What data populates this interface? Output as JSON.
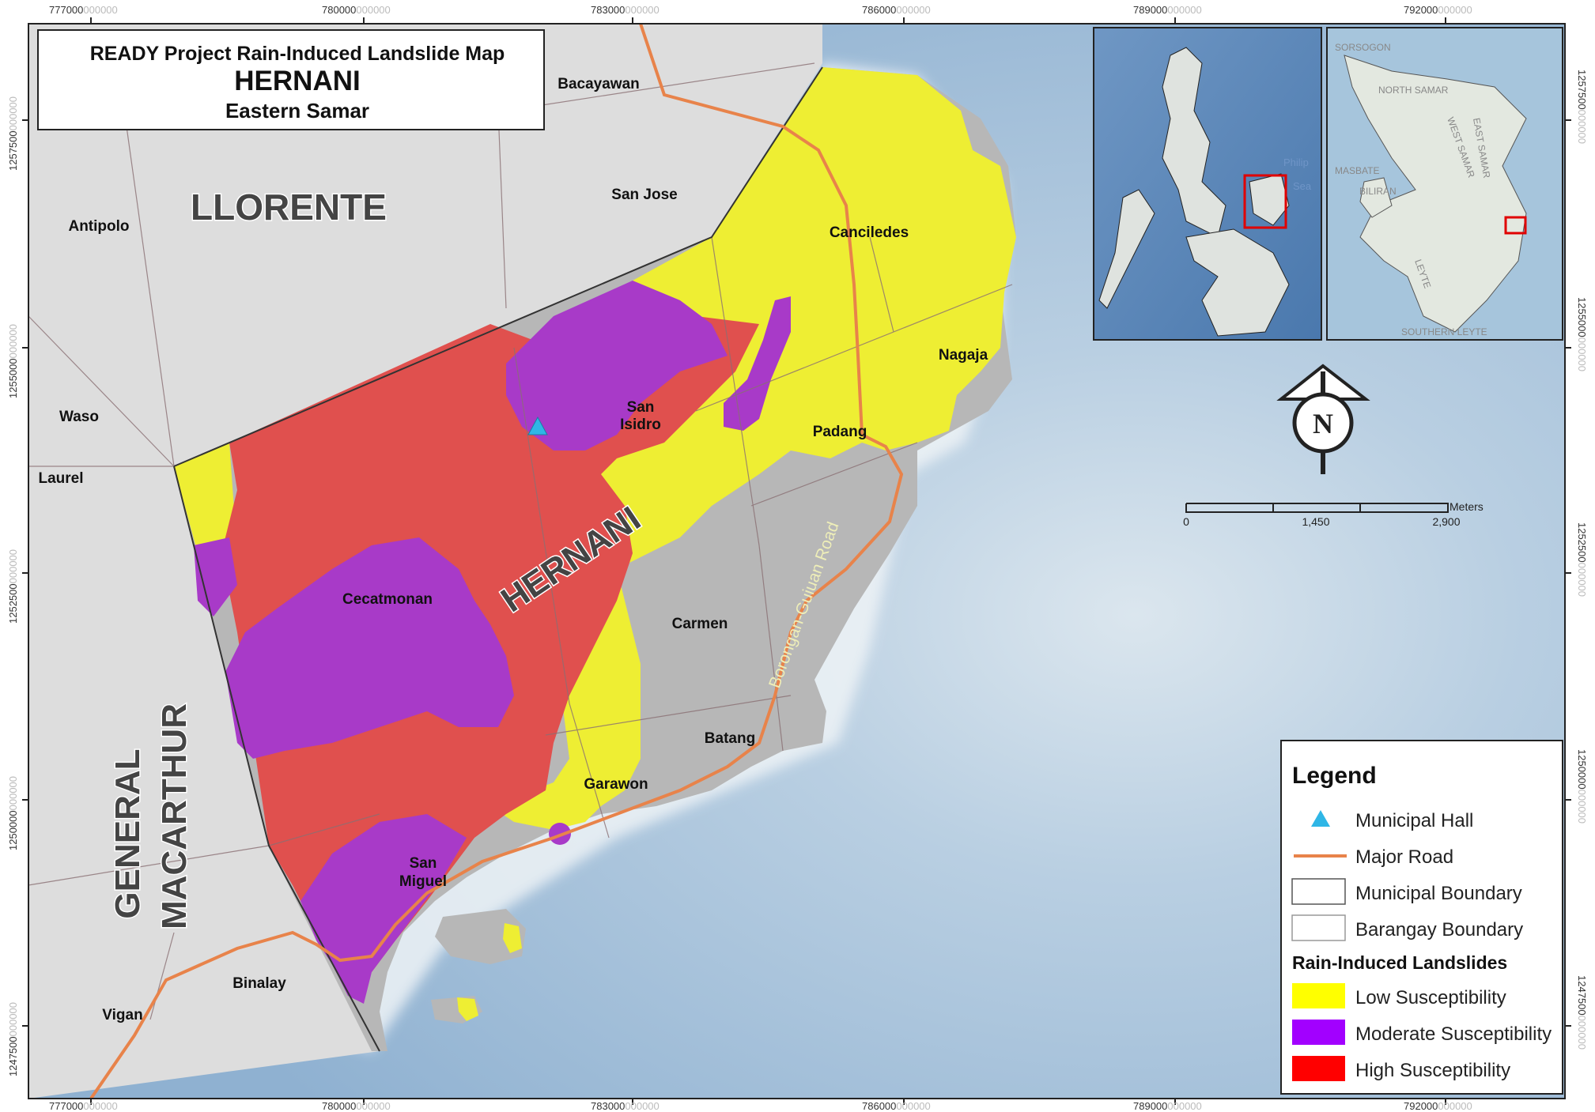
{
  "title": {
    "line1": "READY Project Rain-Induced Landslide Map",
    "line2": "HERNANI",
    "line3": "Eastern Samar"
  },
  "coords": {
    "top_x": [
      {
        "main": "777000",
        "faint": "000000"
      },
      {
        "main": "780000",
        "faint": "000000"
      },
      {
        "main": "783000",
        "faint": "000000"
      },
      {
        "main": "786000",
        "faint": "000000"
      },
      {
        "main": "789000",
        "faint": "000000"
      },
      {
        "main": "792000",
        "faint": "000000"
      }
    ],
    "bottom_x": [
      {
        "main": "777000",
        "faint": "000000"
      },
      {
        "main": "780000",
        "faint": "000000"
      },
      {
        "main": "783000",
        "faint": "000000"
      },
      {
        "main": "786000",
        "faint": "000000"
      },
      {
        "main": "789000",
        "faint": "000000"
      },
      {
        "main": "792000",
        "faint": "000000"
      }
    ],
    "left_y": [
      {
        "main": "1257500",
        "faint": "000000"
      },
      {
        "main": "1255000",
        "faint": "000000"
      },
      {
        "main": "1252500",
        "faint": "000000"
      },
      {
        "main": "1250000",
        "faint": "000000"
      },
      {
        "main": "1247500",
        "faint": "000000"
      }
    ],
    "right_y": [
      {
        "main": "1257500",
        "faint": "000000"
      },
      {
        "main": "1255000",
        "faint": "000000"
      },
      {
        "main": "1252500",
        "faint": "000000"
      },
      {
        "main": "1250000",
        "faint": "000000"
      },
      {
        "main": "1247500",
        "faint": "000000"
      }
    ]
  },
  "municipalities": {
    "llorente": "LLORENTE",
    "hernani": "HERNANI",
    "general": "GENERAL",
    "macarthur": "MACARTHUR"
  },
  "barangays": {
    "bacayawan": "Bacayawan",
    "san_jose": "San Jose",
    "antipolo": "Antipolo",
    "canciledes": "Canciledes",
    "nagaja": "Nagaja",
    "waso": "Waso",
    "laurel": "Laurel",
    "san_isidro_1": "San",
    "san_isidro_2": "Isidro",
    "padang": "Padang",
    "cecatmonan": "Cecatmonan",
    "carmen": "Carmen",
    "batang": "Batang",
    "garawon": "Garawon",
    "san_miguel_1": "San",
    "san_miguel_2": "Miguel",
    "binalay": "Binalay",
    "vigan": "Vigan"
  },
  "road_label": "Borongan-Guiuan Road",
  "inset": {
    "labels": [
      "SORSOGON",
      "NORTH SAMAR",
      "WEST SAMAR",
      "EAST SAMAR",
      "MASBATE",
      "BILIRAN",
      "LEYTE",
      "SOUTHERN LEYTE"
    ],
    "sea_1": "Philip",
    "sea_2": "Sea"
  },
  "north_letter": "N",
  "scale": {
    "unit": "Meters",
    "ticks": [
      "0",
      "1,450",
      "2,900"
    ]
  },
  "legend": {
    "title": "Legend",
    "items": [
      {
        "label": "Municipal Hall",
        "symbol": "triangle",
        "color": "#2fb6e6"
      },
      {
        "label": "Major Road",
        "symbol": "line",
        "color": "#e8834a"
      },
      {
        "label": "Municipal Boundary",
        "symbol": "box",
        "color": "#ffffff"
      },
      {
        "label": "Barangay Boundary",
        "symbol": "box",
        "color": "#ffffff"
      }
    ],
    "subtitle": "Rain-Induced Landslides",
    "classes": [
      {
        "label": "Low Susceptibility",
        "color": "#ffff00"
      },
      {
        "label": "Moderate Susceptibility",
        "color": "#a200ff"
      },
      {
        "label": "High Susceptibility",
        "color": "#ff0000"
      }
    ]
  },
  "colors": {
    "low": "#eeee33",
    "moderate": "#a83ac8",
    "high": "#e0504e",
    "land_neighbor": "#dcdcdc",
    "land_unclassified": "#b4b4b4",
    "sea": "#a9c3dc",
    "road": "#e8834a"
  }
}
